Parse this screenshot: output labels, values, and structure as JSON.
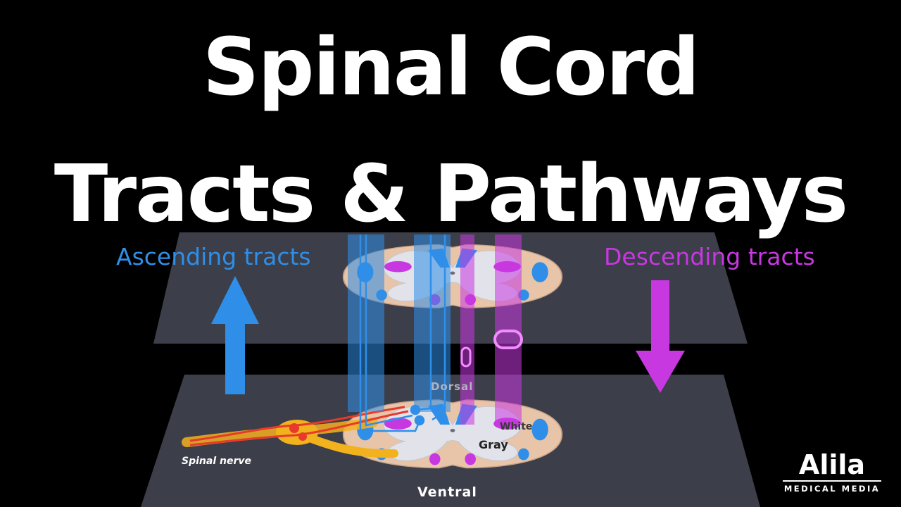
{
  "title": {
    "line1": "Spinal Cord",
    "line2": "Tracts & Pathways"
  },
  "labels": {
    "ascending": "Ascending tracts",
    "descending": "Descending tracts",
    "dorsal": "Dorsal",
    "ventral": "Ventral",
    "white": "White",
    "gray": "Gray",
    "spinal_nerve": "Spinal nerve"
  },
  "logo": {
    "name": "Alila",
    "subtitle": "MEDICAL MEDIA"
  },
  "icons": [
    "arrow-up-icon",
    "arrow-down-icon"
  ],
  "colors": {
    "background": "#000000",
    "plane": "#3c3e49",
    "ascending": "#2f8fe8",
    "descending": "#c838e0",
    "white_matter": "#e8c4a8",
    "gray_matter": "#e2e3ea",
    "nerve": "#e83a2a",
    "nerve_sheath": "#f2b21e"
  }
}
